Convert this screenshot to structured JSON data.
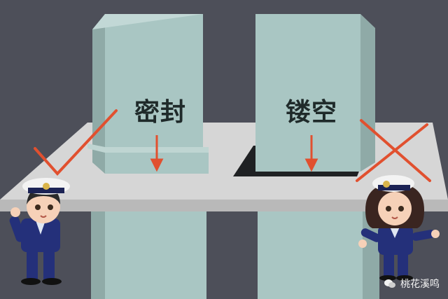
{
  "labels": {
    "seal": "密封",
    "hollow": "镂空"
  },
  "watermark": {
    "text": "桃花溪鸣",
    "icon": "wechat-icon"
  },
  "marks": {
    "correct": "checkmark-icon",
    "wrong": "cross-icon"
  },
  "colors": {
    "background": "#4d4f59",
    "pillar": "#a9c6c3",
    "slab": "#d4d4d4",
    "mark": "#e1502f",
    "uniform": "#24307a"
  }
}
